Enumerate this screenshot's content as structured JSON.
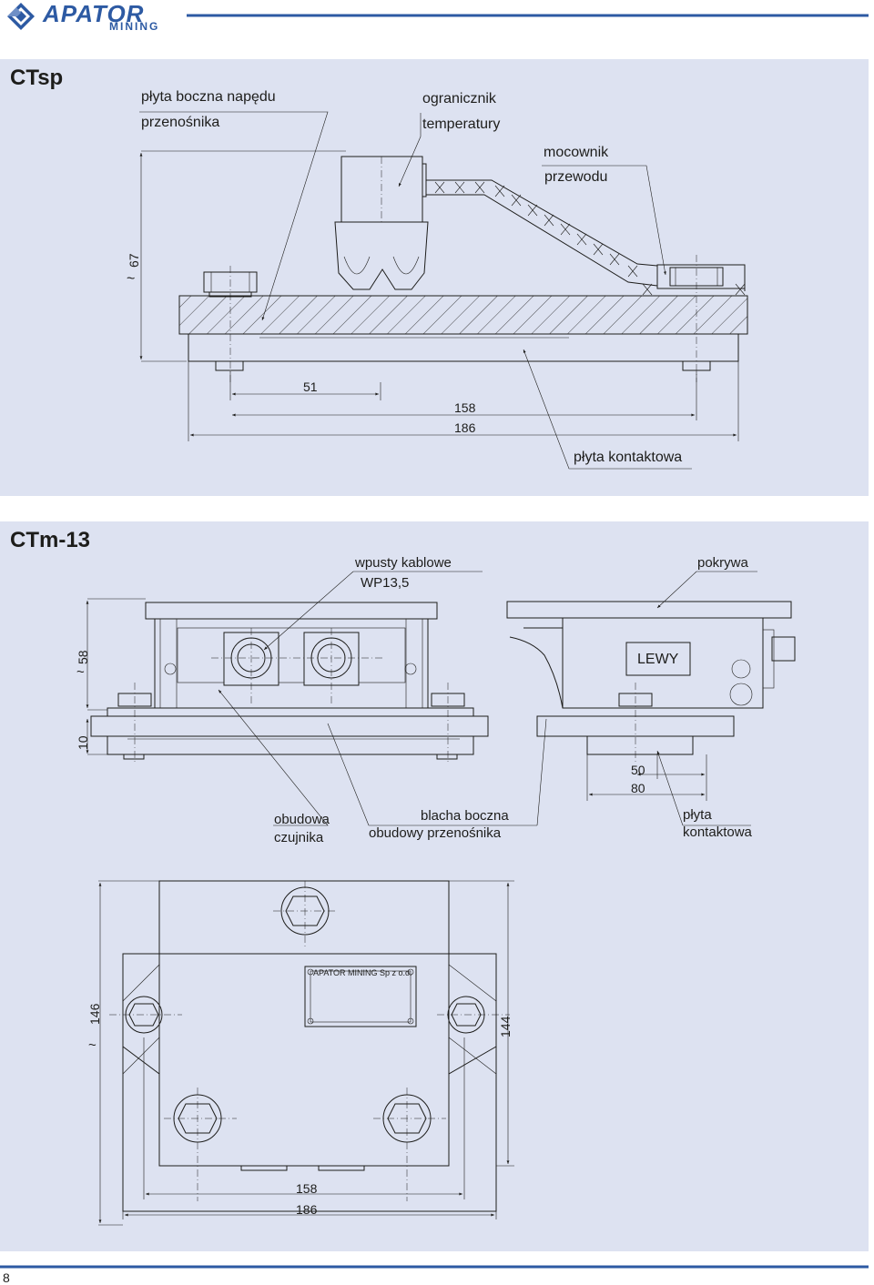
{
  "header": {
    "brand": "APATOR",
    "sub": "MINING"
  },
  "ctsp": {
    "title": "CTsp",
    "label_side_plate_1": "płyta boczna napędu",
    "label_side_plate_2": "przenośnika",
    "label_limiter_1": "ogranicznik",
    "label_limiter_2": "temperatury",
    "label_holder_1": "mocownik",
    "label_holder_2": "przewodu",
    "label_contact_plate": "płyta kontaktowa",
    "dim_height": "67",
    "dim_51": "51",
    "dim_158": "158",
    "dim_186": "186"
  },
  "ctm": {
    "title": "CTm-13",
    "label_glands_1": "wpusty kablowe",
    "label_glands_2": "WP13,5",
    "label_cover": "pokrywa",
    "label_lewy": "LEWY",
    "label_housing_1": "obudowa",
    "label_housing_2": "czujnika",
    "label_sheet_1": "blacha boczna",
    "label_sheet_2": "obudowy przenośnika",
    "label_plate_1": "płyta",
    "label_plate_2": "kontaktowa",
    "dim_58": "58",
    "dim_10": "10",
    "dim_50": "50",
    "dim_80": "80"
  },
  "plan": {
    "nameplate": "APATOR MINING Sp z o.o.",
    "dim_146": "146",
    "dim_144": "144",
    "dim_158": "158",
    "dim_186": "186"
  },
  "footer": {
    "page_number": "8"
  }
}
